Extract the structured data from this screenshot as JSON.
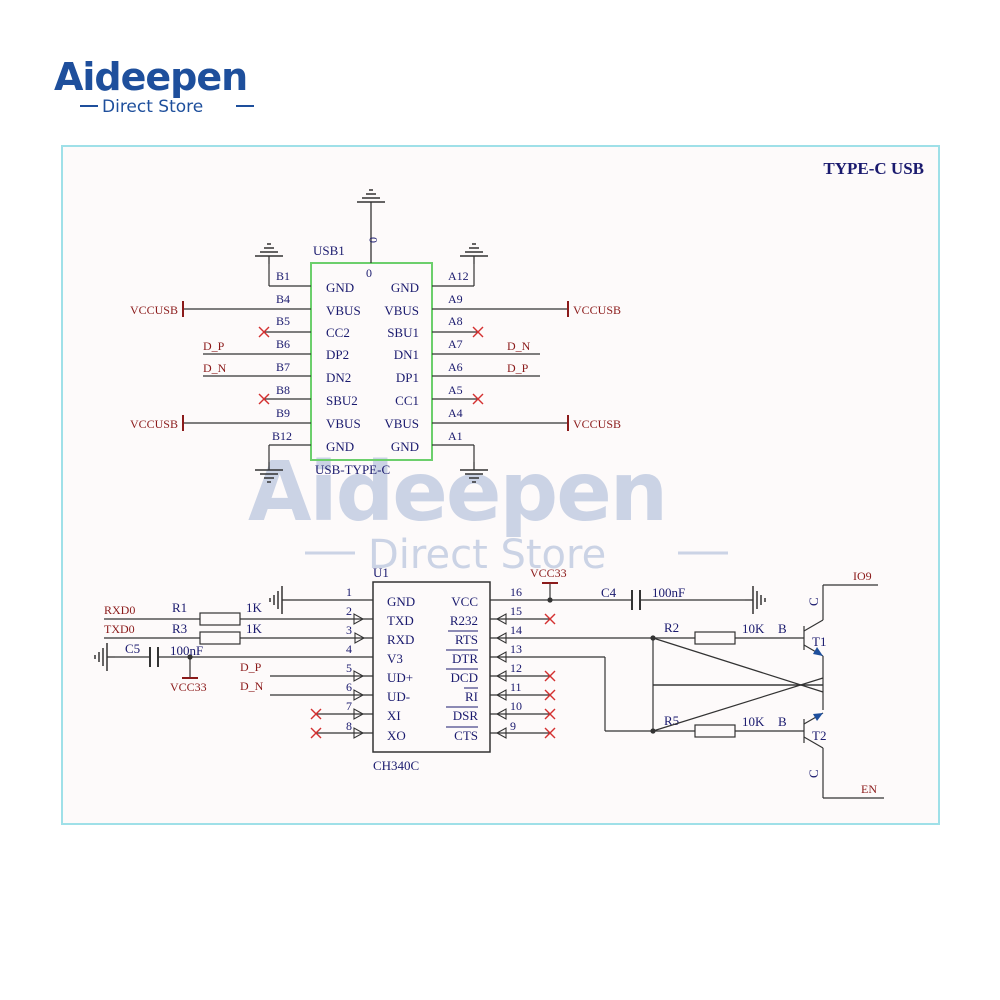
{
  "logo": {
    "brand": "Aideepen",
    "tagline": "Direct Store"
  },
  "watermark": {
    "brand": "Aideepen",
    "tagline": "Direct Store"
  },
  "colors": {
    "frame": "#9fe0e8",
    "ic_outline": "#6ccf6c",
    "net_label": "#8b1a1a",
    "pin_text": "#1a1a6e",
    "logo_blue": "#1e4f9c",
    "logo_orange": "#f2a21c"
  },
  "title": "TYPE-C USB",
  "usb": {
    "ref": "USB1",
    "part": "USB-TYPE-C",
    "rows": [
      {
        "lnum": "B1",
        "lname": "GND",
        "rname": "GND",
        "rnum": "A12"
      },
      {
        "lnum": "B4",
        "lname": "VBUS",
        "rname": "VBUS",
        "rnum": "A9"
      },
      {
        "lnum": "B5",
        "lname": "CC2",
        "rname": "SBU1",
        "rnum": "A8"
      },
      {
        "lnum": "B6",
        "lname": "DP2",
        "rname": "DN1",
        "rnum": "A7"
      },
      {
        "lnum": "B7",
        "lname": "DN2",
        "rname": "DP1",
        "rnum": "A6"
      },
      {
        "lnum": "B8",
        "lname": "SBU2",
        "rname": "CC1",
        "rnum": "A5"
      },
      {
        "lnum": "B9",
        "lname": "VBUS",
        "rname": "VBUS",
        "rnum": "A4"
      },
      {
        "lnum": "B12",
        "lname": "GND",
        "rname": "GND",
        "rnum": "A1"
      }
    ],
    "top_pin": "0",
    "nets": {
      "vcc_l1": "VCCUSB",
      "vcc_r1": "VCCUSB",
      "vcc_l2": "VCCUSB",
      "vcc_r2": "VCCUSB",
      "dp_left": "D_P",
      "dn_left": "D_N",
      "dn_right": "D_N",
      "dp_right": "D_P"
    }
  },
  "ch340": {
    "ref": "U1",
    "part": "CH340C",
    "left": [
      {
        "num": "1",
        "name": "GND"
      },
      {
        "num": "2",
        "name": "TXD"
      },
      {
        "num": "3",
        "name": "RXD"
      },
      {
        "num": "4",
        "name": "V3"
      },
      {
        "num": "5",
        "name": "UD+"
      },
      {
        "num": "6",
        "name": "UD-"
      },
      {
        "num": "7",
        "name": "XI"
      },
      {
        "num": "8",
        "name": "XO"
      }
    ],
    "right": [
      {
        "num": "16",
        "name": "VCC"
      },
      {
        "num": "15",
        "name": "R232"
      },
      {
        "num": "14",
        "name": "RTS"
      },
      {
        "num": "13",
        "name": "DTR"
      },
      {
        "num": "12",
        "name": "DCD"
      },
      {
        "num": "11",
        "name": "RI"
      },
      {
        "num": "10",
        "name": "DSR"
      },
      {
        "num": "9",
        "name": "CTS"
      }
    ]
  },
  "nets": {
    "rxd0": "RXD0",
    "txd0": "TXD0",
    "vcc33_top": "VCC33",
    "vcc33_c5": "VCC33",
    "dp": "D_P",
    "dn": "D_N",
    "io9": "IO9",
    "en": "EN"
  },
  "parts": {
    "r1": {
      "ref": "R1",
      "value": "1K"
    },
    "r3": {
      "ref": "R3",
      "value": "1K"
    },
    "c5": {
      "ref": "C5",
      "value": "100nF"
    },
    "c4": {
      "ref": "C4",
      "value": "100nF"
    },
    "r2": {
      "ref": "R2",
      "value": "10K",
      "pin": "B"
    },
    "r5": {
      "ref": "R5",
      "value": "10K",
      "pin": "B"
    },
    "t1": {
      "ref": "T1",
      "collector": "C"
    },
    "t2": {
      "ref": "T2",
      "collector": "C"
    }
  }
}
